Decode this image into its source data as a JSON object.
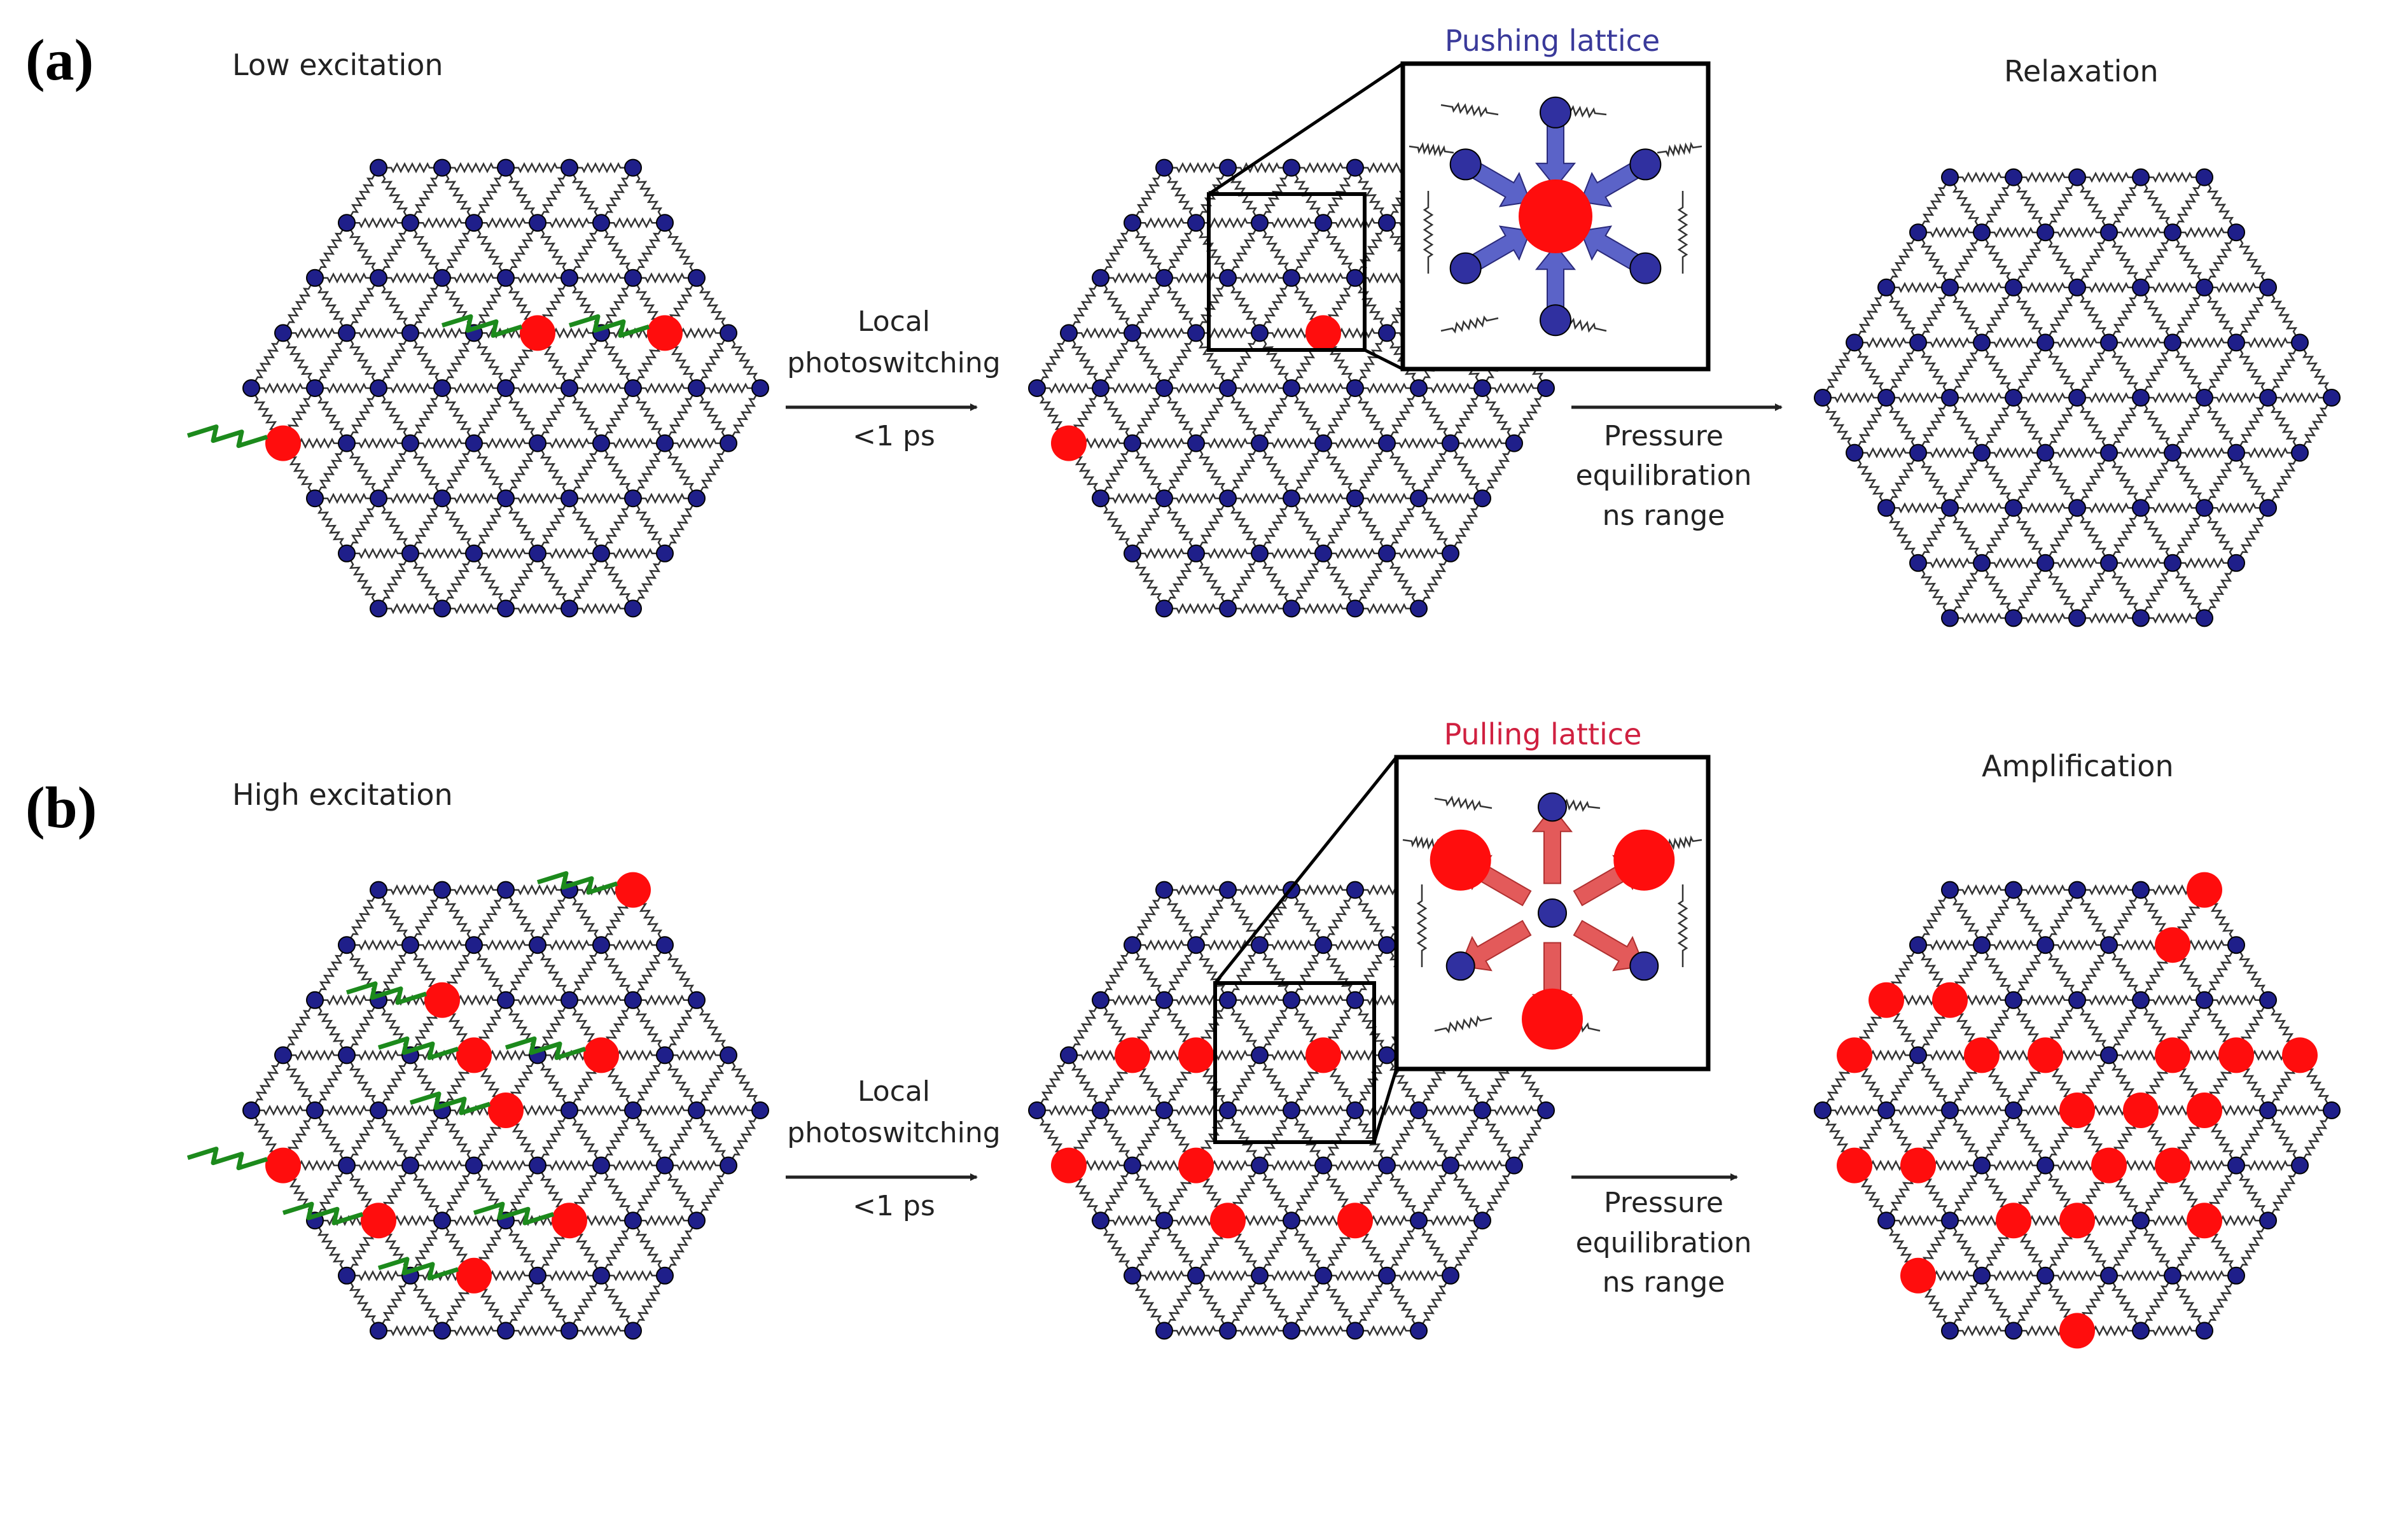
{
  "colors": {
    "atom_low": "#1f1f8a",
    "atom_high": "#ff0d0d",
    "bond": "#333333",
    "pushing": "#3a3a9a",
    "pulling": "#d02040",
    "arrow_push": "#5b63c8",
    "arrow_pull": "#e35a5a",
    "excitation": "#1c8a1c"
  },
  "panels": [
    {
      "tag": "(a)",
      "stage_start": "Low excitation",
      "step1": {
        "line1": "Local",
        "line2": "photoswitching",
        "line3": "<1 ps"
      },
      "inset_title": "Pushing lattice",
      "step2": {
        "line1": "Pressure",
        "line2": "equilibration",
        "line3": "ns range"
      },
      "stage_end": "Relaxation"
    },
    {
      "tag": "(b)",
      "stage_start": "High excitation",
      "step1": {
        "line1": "Local",
        "line2": "photoswitching",
        "line3": "<1 ps"
      },
      "inset_title": "Pulling lattice",
      "step2": {
        "line1": "Pressure",
        "line2": "equilibration",
        "line3": "ns range"
      },
      "stage_end": "Amplification"
    }
  ]
}
